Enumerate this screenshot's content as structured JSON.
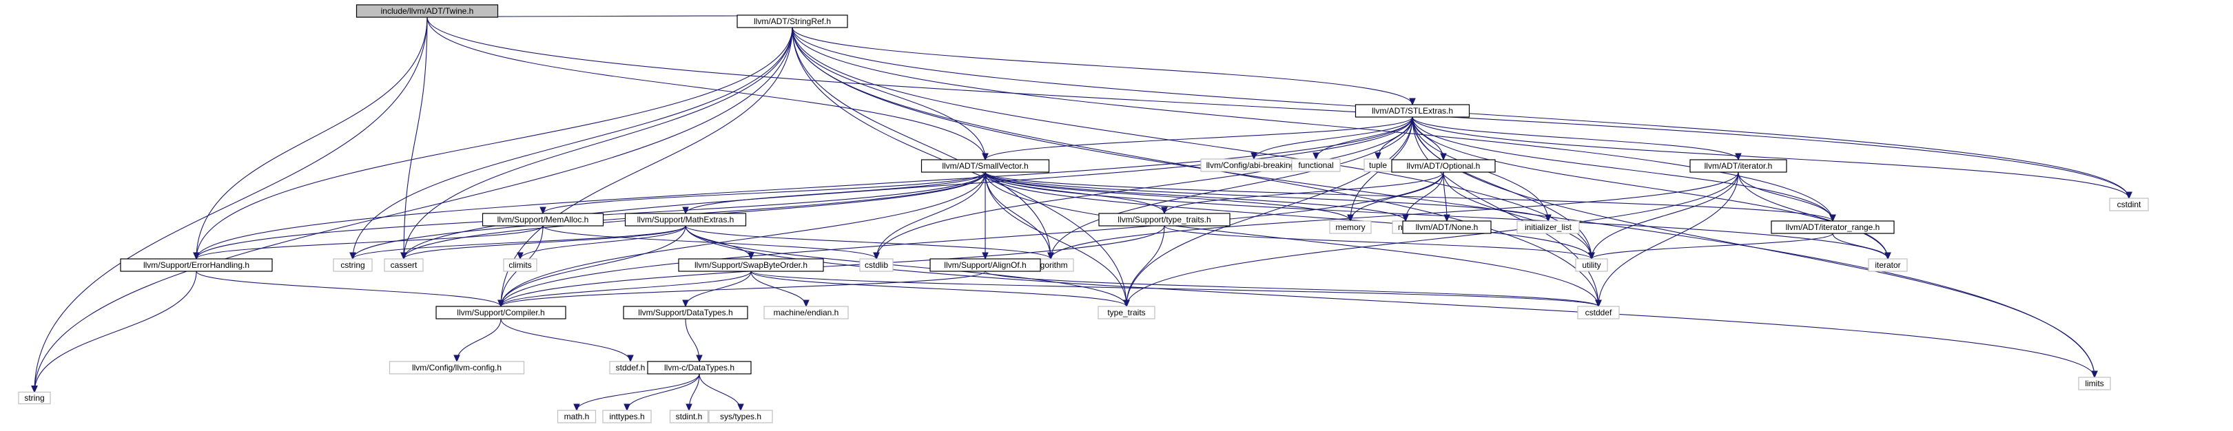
{
  "diagram": {
    "nodes": [
      {
        "id": "twine",
        "label": "include/llvm/ADT/Twine.h",
        "kind": "root"
      },
      {
        "id": "string",
        "label": "string",
        "kind": "external"
      },
      {
        "id": "stringref",
        "label": "llvm/ADT/StringRef.h",
        "kind": "project"
      },
      {
        "id": "cstdint",
        "label": "cstdint",
        "kind": "external"
      },
      {
        "id": "limits",
        "label": "limits",
        "kind": "external"
      },
      {
        "id": "stlextras",
        "label": "llvm/ADT/STLExtras.h",
        "kind": "project"
      },
      {
        "id": "smallvector",
        "label": "llvm/ADT/SmallVector.h",
        "kind": "project"
      },
      {
        "id": "abibreaking",
        "label": "llvm/Config/abi-breaking.h",
        "kind": "external"
      },
      {
        "id": "functional",
        "label": "functional",
        "kind": "external"
      },
      {
        "id": "tuple",
        "label": "tuple",
        "kind": "external"
      },
      {
        "id": "optional",
        "label": "llvm/ADT/Optional.h",
        "kind": "project"
      },
      {
        "id": "iteratorh",
        "label": "llvm/ADT/iterator.h",
        "kind": "project"
      },
      {
        "id": "memalloc",
        "label": "llvm/Support/MemAlloc.h",
        "kind": "project"
      },
      {
        "id": "mathextras",
        "label": "llvm/Support/MathExtras.h",
        "kind": "project"
      },
      {
        "id": "typetraitsh",
        "label": "llvm/Support/type_traits.h",
        "kind": "project"
      },
      {
        "id": "memory",
        "label": "memory",
        "kind": "external"
      },
      {
        "id": "new",
        "label": "new",
        "kind": "external"
      },
      {
        "id": "noneh",
        "label": "llvm/ADT/None.h",
        "kind": "project"
      },
      {
        "id": "initlist",
        "label": "initializer_list",
        "kind": "external"
      },
      {
        "id": "iterrange",
        "label": "llvm/ADT/iterator_range.h",
        "kind": "project"
      },
      {
        "id": "errorhandling",
        "label": "llvm/Support/ErrorHandling.h",
        "kind": "project"
      },
      {
        "id": "cstring",
        "label": "cstring",
        "kind": "external"
      },
      {
        "id": "cassert",
        "label": "cassert",
        "kind": "external"
      },
      {
        "id": "climits",
        "label": "climits",
        "kind": "external"
      },
      {
        "id": "cstdlib",
        "label": "cstdlib",
        "kind": "external"
      },
      {
        "id": "algorithm",
        "label": "algorithm",
        "kind": "external"
      },
      {
        "id": "utility",
        "label": "utility",
        "kind": "external"
      },
      {
        "id": "iterator",
        "label": "iterator",
        "kind": "external"
      },
      {
        "id": "swapbyteorder",
        "label": "llvm/Support/SwapByteOrder.h",
        "kind": "project"
      },
      {
        "id": "alignof",
        "label": "llvm/Support/AlignOf.h",
        "kind": "project"
      },
      {
        "id": "compiler",
        "label": "llvm/Support/Compiler.h",
        "kind": "project"
      },
      {
        "id": "typetraits",
        "label": "type_traits",
        "kind": "external"
      },
      {
        "id": "cstddef",
        "label": "cstddef",
        "kind": "external"
      },
      {
        "id": "datatypes",
        "label": "llvm/Support/DataTypes.h",
        "kind": "project"
      },
      {
        "id": "machineendian",
        "label": "machine/endian.h",
        "kind": "external"
      },
      {
        "id": "llvmconfig",
        "label": "llvm/Config/llvm-config.h",
        "kind": "external"
      },
      {
        "id": "stddef",
        "label": "stddef.h",
        "kind": "external"
      },
      {
        "id": "cdatatypes",
        "label": "llvm-c/DataTypes.h",
        "kind": "project"
      },
      {
        "id": "math",
        "label": "math.h",
        "kind": "external"
      },
      {
        "id": "inttypes",
        "label": "inttypes.h",
        "kind": "external"
      },
      {
        "id": "stdint",
        "label": "stdint.h",
        "kind": "external"
      },
      {
        "id": "systypes",
        "label": "sys/types.h",
        "kind": "external"
      }
    ],
    "edges": [
      [
        "twine",
        "string"
      ],
      [
        "twine",
        "stringref"
      ],
      [
        "twine",
        "errorhandling"
      ],
      [
        "twine",
        "cassert"
      ],
      [
        "twine",
        "cstdint"
      ],
      [
        "twine",
        "smallvector"
      ],
      [
        "stringref",
        "stlextras"
      ],
      [
        "stringref",
        "compiler"
      ],
      [
        "stringref",
        "algorithm"
      ],
      [
        "stringref",
        "cassert"
      ],
      [
        "stringref",
        "cstddef"
      ],
      [
        "stringref",
        "cstring"
      ],
      [
        "stringref",
        "limits"
      ],
      [
        "stringref",
        "string"
      ],
      [
        "stringref",
        "typetraits"
      ],
      [
        "stringref",
        "utility"
      ],
      [
        "stringref",
        "smallvector"
      ],
      [
        "stringref",
        "iterrange"
      ],
      [
        "stringref",
        "cstdint"
      ],
      [
        "stringref",
        "errorhandling"
      ],
      [
        "stlextras",
        "smallvector"
      ],
      [
        "stlextras",
        "abibreaking"
      ],
      [
        "stlextras",
        "functional"
      ],
      [
        "stlextras",
        "tuple"
      ],
      [
        "stlextras",
        "optional"
      ],
      [
        "stlextras",
        "iteratorh"
      ],
      [
        "stlextras",
        "iterrange"
      ],
      [
        "stlextras",
        "errorhandling"
      ],
      [
        "stlextras",
        "algorithm"
      ],
      [
        "stlextras",
        "cassert"
      ],
      [
        "stlextras",
        "cstddef"
      ],
      [
        "stlextras",
        "cstdint"
      ],
      [
        "stlextras",
        "cstdlib"
      ],
      [
        "stlextras",
        "initlist"
      ],
      [
        "stlextras",
        "iterator"
      ],
      [
        "stlextras",
        "limits"
      ],
      [
        "stlextras",
        "memory"
      ],
      [
        "stlextras",
        "typetraits"
      ],
      [
        "stlextras",
        "utility"
      ],
      [
        "smallvector",
        "memalloc"
      ],
      [
        "smallvector",
        "mathextras"
      ],
      [
        "smallvector",
        "typetraitsh"
      ],
      [
        "smallvector",
        "memory"
      ],
      [
        "smallvector",
        "new"
      ],
      [
        "smallvector",
        "initlist"
      ],
      [
        "smallvector",
        "iterrange"
      ],
      [
        "smallvector",
        "alignof"
      ],
      [
        "smallvector",
        "compiler"
      ],
      [
        "smallvector",
        "errorhandling"
      ],
      [
        "smallvector",
        "algorithm"
      ],
      [
        "smallvector",
        "cassert"
      ],
      [
        "smallvector",
        "cstddef"
      ],
      [
        "smallvector",
        "cstdlib"
      ],
      [
        "smallvector",
        "cstring"
      ],
      [
        "smallvector",
        "iterator"
      ],
      [
        "smallvector",
        "typetraits"
      ],
      [
        "smallvector",
        "utility"
      ],
      [
        "optional",
        "noneh"
      ],
      [
        "optional",
        "typetraitsh"
      ],
      [
        "optional",
        "memory"
      ],
      [
        "optional",
        "new"
      ],
      [
        "optional",
        "utility"
      ],
      [
        "optional",
        "compiler"
      ],
      [
        "iteratorh",
        "iterrange"
      ],
      [
        "iteratorh",
        "algorithm"
      ],
      [
        "iteratorh",
        "cstddef"
      ],
      [
        "iteratorh",
        "iterator"
      ],
      [
        "iteratorh",
        "typetraits"
      ],
      [
        "iteratorh",
        "utility"
      ],
      [
        "memalloc",
        "errorhandling"
      ],
      [
        "memalloc",
        "compiler"
      ],
      [
        "memalloc",
        "cstdlib"
      ],
      [
        "mathextras",
        "swapbyteorder"
      ],
      [
        "mathextras",
        "compiler"
      ],
      [
        "mathextras",
        "algorithm"
      ],
      [
        "mathextras",
        "cassert"
      ],
      [
        "mathextras",
        "climits"
      ],
      [
        "mathextras",
        "cstring"
      ],
      [
        "mathextras",
        "limits"
      ],
      [
        "mathextras",
        "typetraits"
      ],
      [
        "typetraitsh",
        "compiler"
      ],
      [
        "typetraitsh",
        "typetraits"
      ],
      [
        "typetraitsh",
        "utility"
      ],
      [
        "iterrange",
        "iterator"
      ],
      [
        "iterrange",
        "utility"
      ],
      [
        "errorhandling",
        "compiler"
      ],
      [
        "errorhandling",
        "string"
      ],
      [
        "swapbyteorder",
        "compiler"
      ],
      [
        "swapbyteorder",
        "datatypes"
      ],
      [
        "swapbyteorder",
        "machineendian"
      ],
      [
        "swapbyteorder",
        "cstddef"
      ],
      [
        "swapbyteorder",
        "typetraits"
      ],
      [
        "alignof",
        "compiler"
      ],
      [
        "alignof",
        "cstddef"
      ],
      [
        "compiler",
        "llvmconfig"
      ],
      [
        "compiler",
        "stddef"
      ],
      [
        "datatypes",
        "cdatatypes"
      ],
      [
        "cdatatypes",
        "math"
      ],
      [
        "cdatatypes",
        "inttypes"
      ],
      [
        "cdatatypes",
        "stdint"
      ],
      [
        "cdatatypes",
        "systypes"
      ]
    ]
  }
}
